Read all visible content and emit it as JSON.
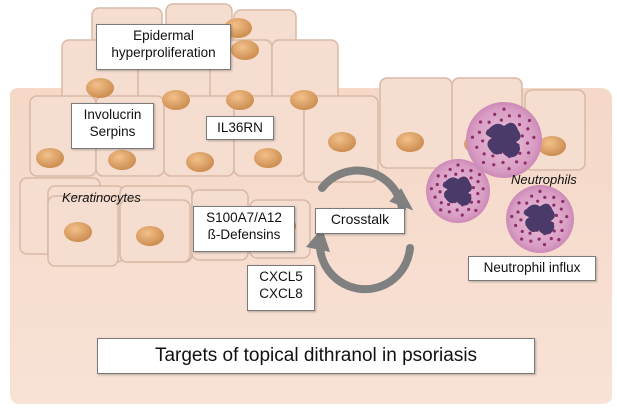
{
  "labels": {
    "epidermal": [
      "Epidermal",
      "hyperproliferation"
    ],
    "involucrin": [
      "Involucrin",
      "Serpins"
    ],
    "il36rn": "IL36RN",
    "s100": [
      "S100A7/A12",
      "ß-Defensins"
    ],
    "cxcl": [
      "CXCL5",
      "CXCL8"
    ],
    "crosstalk": "Crosstalk",
    "neutrophil_influx": "Neutrophil influx",
    "keratinocytes": "Keratinocytes",
    "neutrophils": "Neutrophils",
    "title": "Targets of topical dithranol in psoriasis"
  },
  "colors": {
    "tissue": "#f6dccd",
    "cell_fill": "#f5ddd0",
    "cell_border": "#d9b9a6",
    "nucleus": "#d9a066",
    "neutrophil": "#b04e84",
    "neutrophil_nucleus": "#4a3a6a",
    "arrow": "#808080"
  },
  "icons": [
    "keratinocyte-cell-icon",
    "neutrophil-icon",
    "crosstalk-cycle-arrow-icon"
  ]
}
